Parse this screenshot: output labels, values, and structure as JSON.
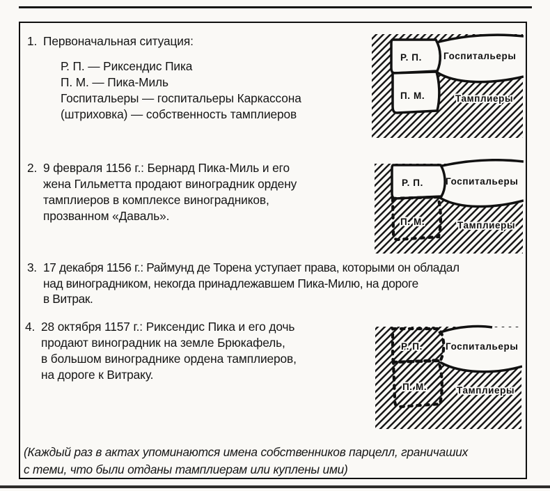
{
  "items": [
    {
      "num": "1.",
      "heading": "Первоначальная ситуация:",
      "legend": [
        "Р. П. — Риксендис Пика",
        "П. М. — Пика-Миль",
        "Госпитальеры — госпитальеры Каркассона",
        "(штриховка) — собственность тамплиеров"
      ]
    },
    {
      "num": "2.",
      "lines": [
        "9 февраля 1156 г.: Бернард Пика-Миль и его",
        "жена Гильметта продают виноградник ордену",
        "тамплиеров в комплексе виноградников,",
        "прозванном «Даваль»."
      ]
    },
    {
      "num": "3.",
      "lines": [
        "17 декабря 1156 г.: Раймунд де Торена уступает права, которыми он обладал",
        "над виноградником, некогда принадлежавшем Пика-Милю, на дороге",
        "в Витрак."
      ]
    },
    {
      "num": "4.",
      "lines": [
        "28 октября 1157 г.: Риксендис Пика и его дочь",
        "продают виноградник на земле Брюкафель,",
        "в большом винограднике ордена тамплиеров,",
        "на дороге к Витраку."
      ]
    }
  ],
  "footer": {
    "lines": [
      "(Каждый раз в актах упоминаются имена собственников парцелл, граничаших",
      "с теми, что были отданы тамплиерам или куплены ими)"
    ]
  },
  "diagrams": [
    {
      "rp": "Р. П.",
      "pm": "П. М.",
      "hospitallers": "Госпитальеры",
      "templars": "Тамплиеры"
    },
    {
      "rp": "Р. П.",
      "pm": "П. М.",
      "hospitallers": "Госпитальеры",
      "templars": "Тамплиеры"
    },
    {
      "rp": "Р. П.",
      "pm": "П. М.",
      "hospitallers": "Госпитальеры",
      "templars": "Тамплиеры"
    }
  ],
  "colors": {
    "ink": "#151515",
    "paper": "#faf9f6"
  }
}
